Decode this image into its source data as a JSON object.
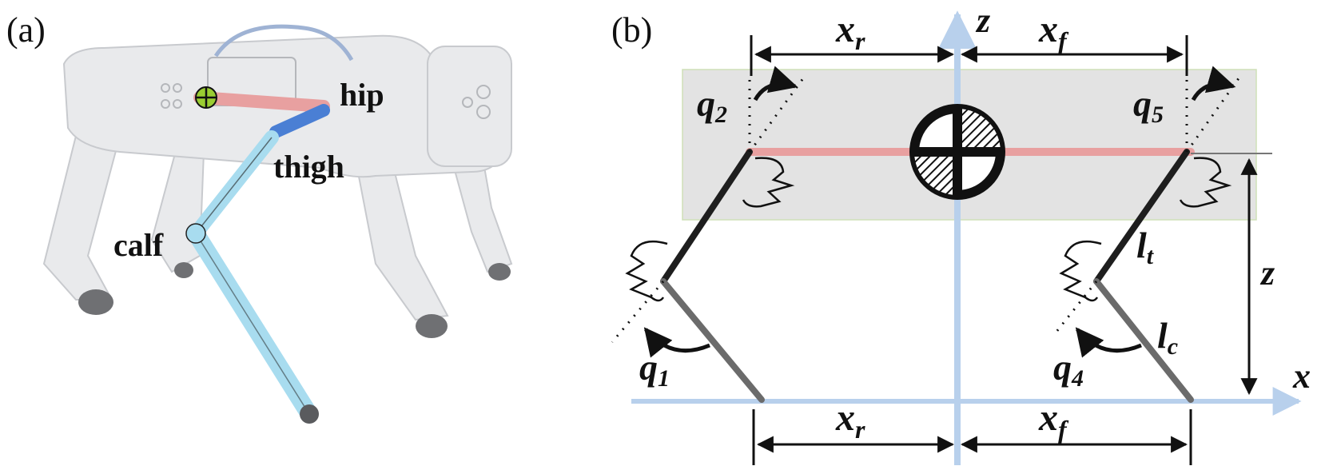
{
  "panels": {
    "a": {
      "tag": "(a)",
      "labels": {
        "hip": "hip",
        "thigh": "thigh",
        "calf": "calf"
      }
    },
    "b": {
      "tag": "(b)",
      "axis_z": "z",
      "axis_x": "x",
      "height_label": "z",
      "dims": {
        "xr": "x",
        "xr_sub": "r",
        "xf": "x",
        "xf_sub": "f"
      },
      "joints": {
        "q1": "q",
        "q1_sub": "1",
        "q2": "q",
        "q2_sub": "2",
        "q4": "q",
        "q4_sub": "4",
        "q5": "q",
        "q5_sub": "5"
      },
      "links": {
        "lt": "l",
        "lt_sub": "t",
        "lc": "l",
        "lc_sub": "c"
      }
    }
  },
  "colors": {
    "hip_link": "#e8a0a0",
    "thigh_link": "#4a7fd4",
    "calf_link": "#a8dcef",
    "axis": "#b8d0ec",
    "body_fill": "#e3e3e3",
    "com_marker": "#9acd32"
  }
}
